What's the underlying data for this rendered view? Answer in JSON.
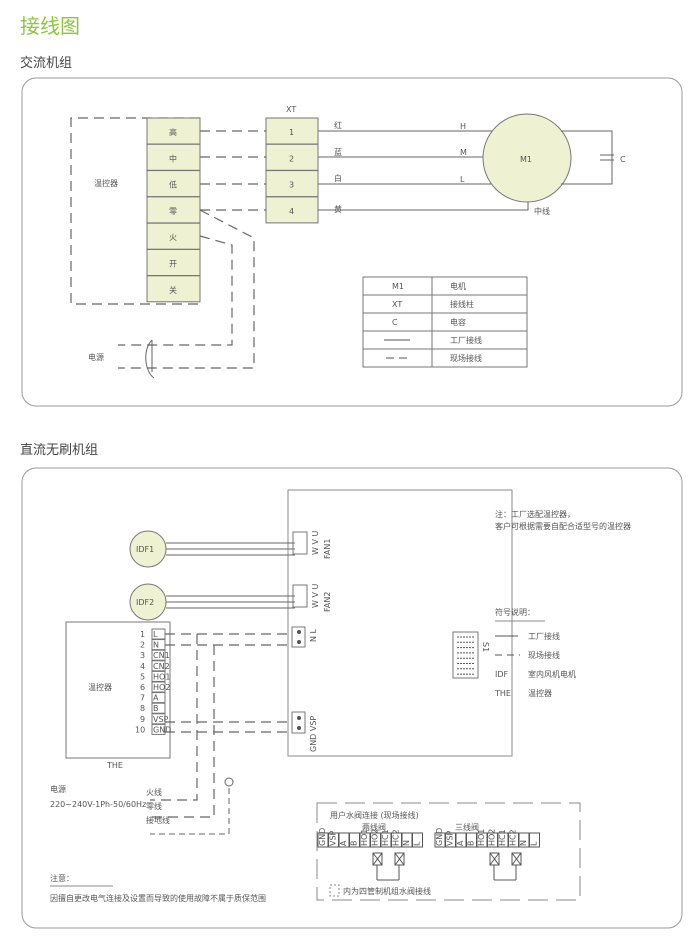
{
  "page_title": "接线图",
  "ac": {
    "heading": "交流机组",
    "thermostat_label": "温控器",
    "terminals": [
      "高",
      "中",
      "低",
      "零",
      "火",
      "开",
      "关"
    ],
    "xt_label": "XT",
    "xt_terminals": [
      "1",
      "2",
      "3",
      "4"
    ],
    "wire_colors": [
      "红",
      "蓝",
      "白",
      "黄"
    ],
    "motor_taps": [
      "H",
      "M",
      "L"
    ],
    "motor_label": "M1",
    "neutral_label": "中线",
    "capacitor_label": "C",
    "power_label": "电源",
    "legend": [
      {
        "symbol": "M1",
        "meaning": "电机"
      },
      {
        "symbol": "XT",
        "meaning": "接线柱"
      },
      {
        "symbol": "C",
        "meaning": "电容"
      },
      {
        "symbol": "solid-line",
        "meaning": "工厂接线"
      },
      {
        "symbol": "dashed-line",
        "meaning": "现场接线"
      }
    ]
  },
  "dc": {
    "heading": "直流无刷机组",
    "fans": [
      {
        "label": "IDF1",
        "connector": "FAN1",
        "pins": "W V U"
      },
      {
        "label": "IDF2",
        "connector": "FAN2",
        "pins": "W V U"
      }
    ],
    "power_connector": "N L",
    "signal_connector": "GND VSP",
    "dip_switch": "S1",
    "thermostat_label": "温控器",
    "thermostat_code": "THE",
    "thermostat_pins": [
      {
        "num": "1",
        "name": "L"
      },
      {
        "num": "2",
        "name": "N"
      },
      {
        "num": "3",
        "name": "CN1"
      },
      {
        "num": "4",
        "name": "CN2"
      },
      {
        "num": "5",
        "name": "HO1"
      },
      {
        "num": "6",
        "name": "HO2"
      },
      {
        "num": "7",
        "name": "A"
      },
      {
        "num": "8",
        "name": "B"
      },
      {
        "num": "9",
        "name": "VSP"
      },
      {
        "num": "10",
        "name": "GND"
      }
    ],
    "note_lines": [
      "注：工厂选配温控器，",
      "客户可根据需要自配合适型号的温控器"
    ],
    "symbols_title": "符号说明：",
    "symbols": [
      {
        "symbol": "solid-line",
        "meaning": "工厂接线"
      },
      {
        "symbol": "dashed-line",
        "meaning": "现场接线"
      },
      {
        "symbol": "IDF",
        "meaning": "室内风机电机"
      },
      {
        "symbol": "THE",
        "meaning": "温控器"
      }
    ],
    "power_label": "电源",
    "power_spec": "220~240V-1Ph-50/60Hz",
    "wires": [
      "火线",
      "零线",
      "接地线"
    ],
    "valve_box": {
      "title": "用户水阀连接 (现场接线)",
      "two_wire": "两线阀",
      "three_wire": "三线阀",
      "terminals": [
        "GND",
        "VSP",
        "A",
        "B",
        "HO1",
        "HO2",
        "HC1",
        "HC2",
        "N",
        "L"
      ],
      "footnote": "内为四管制机组水阀接线"
    },
    "warning_title": "注意：",
    "warning_text": "因擅自更改电气连接及设置而导致的使用故障不属于质保范围"
  }
}
